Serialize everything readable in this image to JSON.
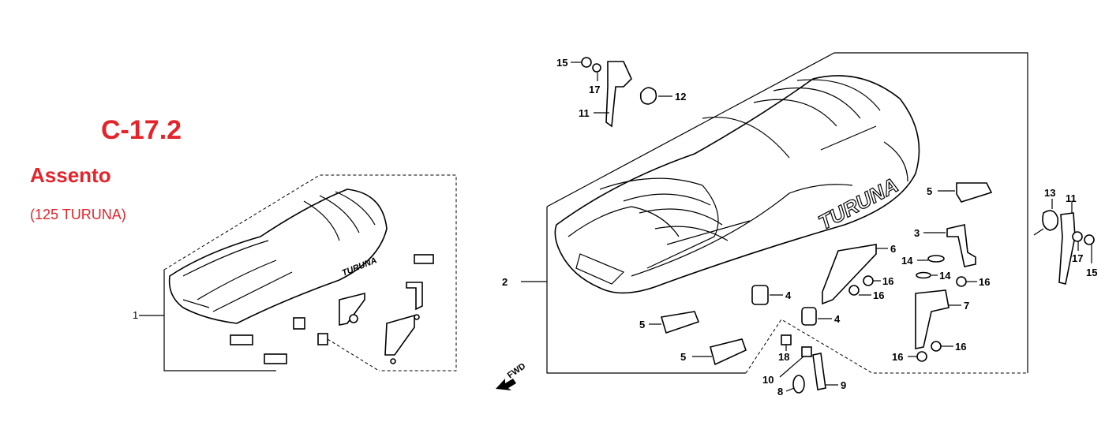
{
  "header": {
    "code": "C-17.2",
    "name": "Assento",
    "model": "(125 TURUNA)"
  },
  "overview": {
    "callout": "1",
    "logo_text": "TURUNA"
  },
  "detail": {
    "logo_text": "TURUNA",
    "fwd_label": "FWD",
    "callouts": {
      "c15a": "15",
      "c17a": "17",
      "c11a": "11",
      "c12": "12",
      "c2": "2",
      "c5a": "5",
      "c3": "3",
      "c6": "6",
      "c14a": "14",
      "c14b": "14",
      "c16a": "16",
      "c16b": "16",
      "c16c": "16",
      "c4a": "4",
      "c4b": "4",
      "c7": "7",
      "c5b": "5",
      "c5c": "5",
      "c16d": "16",
      "c16e": "16",
      "c18": "18",
      "c10": "10",
      "c8": "8",
      "c9": "9",
      "c13": "13",
      "c11b": "11",
      "c17b": "17",
      "c15b": "15"
    }
  },
  "colors": {
    "accent": "#e4242b",
    "ink": "#000000"
  }
}
